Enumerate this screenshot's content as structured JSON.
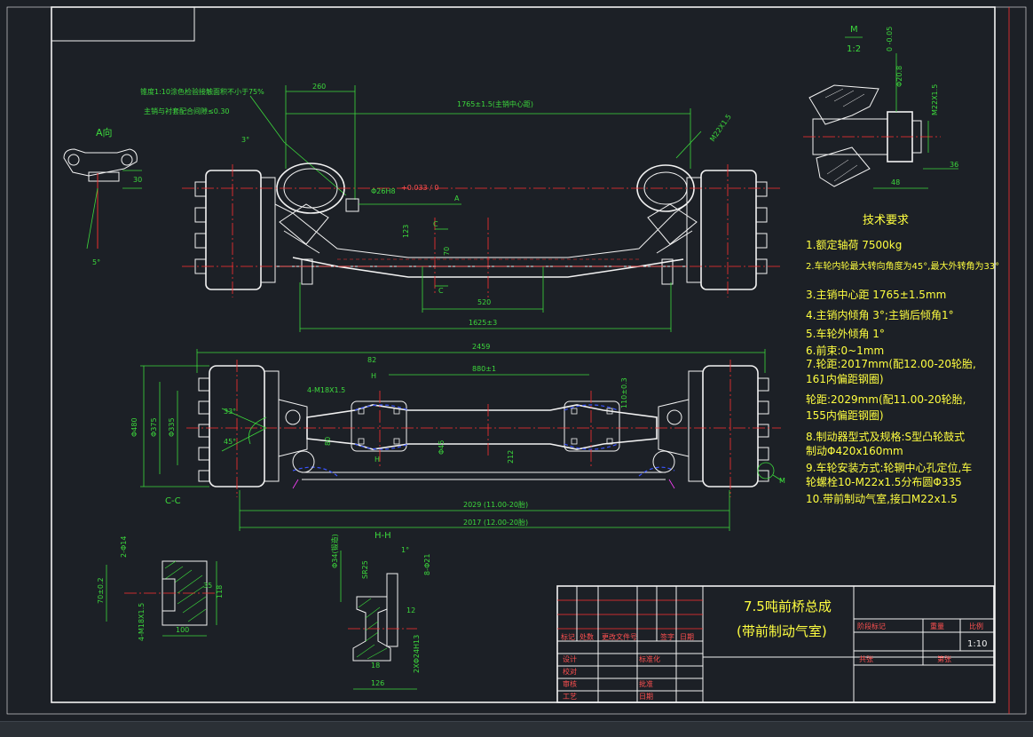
{
  "drawing": {
    "title_main": "7.5吨前桥总成",
    "title_sub": "(带前制动气室)",
    "scale": "1:10",
    "view_a_label": "A向",
    "view_cc_label": "C-C",
    "view_hh_label": "H-H",
    "detail_m_label": "M",
    "detail_m_scale": "1:2",
    "tech_req_heading": "技术要求",
    "tech_requirements": [
      "1.额定轴荷 7500kg",
      "2.车轮内轮最大转向角度为45°,最大外转角为33°",
      "3.主销中心距 1765±1.5mm",
      "4.主销内倾角 3°;主销后倾角1°",
      "5.车轮外倾角 1°",
      "6.前束:0~1mm",
      "7.轮距:2017mm(配12.00-20轮胎,",
      "   161内偏距钢圈)",
      "   轮距:2029mm(配11.00-20轮胎,",
      "   155内偏距钢圈)",
      "8.制动器型式及规格:S型凸轮鼓式",
      "   制动Φ420x160mm",
      "9.车轮安装方式:轮辋中心孔定位,车",
      "   轮螺栓10-M22x1.5分布圆Φ335",
      "10.带前制动气室,接口M22x1.5"
    ],
    "notes": [
      "锥度1:10涂色检验接触面积不小于75%",
      "主销与衬套配合间隙≤0.30"
    ],
    "dimensions": {
      "d260": "260",
      "kingpin": "1765±1.5(主销中心距)",
      "m22": "M22X1.5",
      "bore": "Φ26H8",
      "bore_tol": "+0.033 / 0",
      "d520": "520",
      "d1625": "1625±3",
      "d2459": "2459",
      "d880": "880±1",
      "d2029": "2029 (11.00-20胎)",
      "d2017": "2017 (12.00-20胎)",
      "d480": "Φ480",
      "d375": "Φ375",
      "d335": "Φ335",
      "m18": "4-M18X1.5",
      "d212": "212",
      "d82": "82",
      "d45": "Φ45",
      "d100": "100",
      "d118": "118",
      "d70": "70±0.2",
      "d126": "126",
      "d36": "36",
      "d48": "48",
      "ang3": "3°",
      "ang5": "5°",
      "ang33": "33°",
      "ang45": "45°",
      "ang1": "1°",
      "d30": "30",
      "d70b": "70",
      "d123": "123",
      "d18": "18"
    },
    "title_block": {
      "row_labels": [
        "标记",
        "处数",
        "更改文件号",
        "签字",
        "日期"
      ],
      "roles": [
        "设计",
        "校对",
        "审核",
        "工艺"
      ],
      "role_cols": [
        "标准化",
        "批准",
        "日期"
      ],
      "right_headers": [
        "阶段标记",
        "重量",
        "比例"
      ],
      "right_footer": [
        "共张",
        "第张"
      ]
    }
  },
  "colors": {
    "background": "#1c2026",
    "outline": "#f2f2f2",
    "centerline": "#ff3030",
    "dimension": "#3cd93c",
    "text": "#ffff40",
    "hidden": "#3a55ff"
  }
}
